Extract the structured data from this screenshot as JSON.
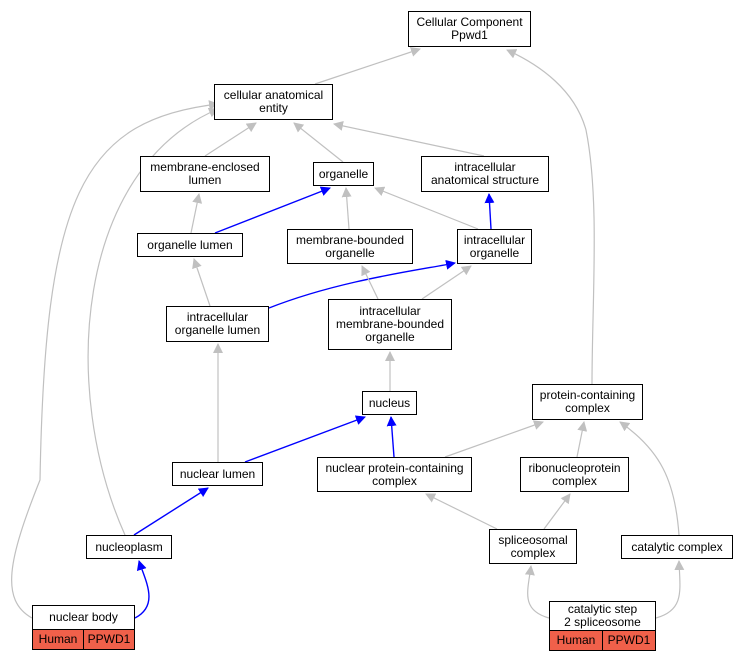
{
  "colors": {
    "edge_is_a": "#c0c0c0",
    "edge_part_of": "#0000ff",
    "annotation_fill": "#f0604a"
  },
  "nodes": [
    {
      "id": "cc",
      "label": "Cellular Component\nPpwd1"
    },
    {
      "id": "cae",
      "label": "cellular anatomical\nentity"
    },
    {
      "id": "mel",
      "label": "membrane-enclosed\nlumen"
    },
    {
      "id": "org",
      "label": "organelle"
    },
    {
      "id": "ias",
      "label": "intracellular\nanatomical structure"
    },
    {
      "id": "ol",
      "label": "organelle lumen"
    },
    {
      "id": "mbo",
      "label": "membrane-bounded\norganelle"
    },
    {
      "id": "io",
      "label": "intracellular\norganelle"
    },
    {
      "id": "iol",
      "label": "intracellular\norganelle lumen"
    },
    {
      "id": "imbo",
      "label": "intracellular\nmembrane-bounded\norganelle"
    },
    {
      "id": "nuc",
      "label": "nucleus"
    },
    {
      "id": "pcc",
      "label": "protein-containing\ncomplex"
    },
    {
      "id": "nl",
      "label": "nuclear lumen"
    },
    {
      "id": "npcc",
      "label": "nuclear protein-containing\ncomplex"
    },
    {
      "id": "rnp",
      "label": "ribonucleoprotein\ncomplex"
    },
    {
      "id": "np",
      "label": "nucleoplasm"
    },
    {
      "id": "sc",
      "label": "spliceosomal\ncomplex"
    },
    {
      "id": "cat",
      "label": "catalytic complex"
    },
    {
      "id": "nb",
      "label": "nuclear body",
      "tags": [
        "Human",
        "PPWD1"
      ]
    },
    {
      "id": "cs2",
      "label": "catalytic step\n2 spliceosome",
      "tags": [
        "Human",
        "PPWD1"
      ]
    }
  ],
  "edges": [
    {
      "from": "cae",
      "to": "cc",
      "type": "is_a"
    },
    {
      "from": "pcc",
      "to": "cc",
      "type": "is_a"
    },
    {
      "from": "mel",
      "to": "cae",
      "type": "is_a"
    },
    {
      "from": "org",
      "to": "cae",
      "type": "is_a"
    },
    {
      "from": "ias",
      "to": "cae",
      "type": "is_a"
    },
    {
      "from": "np",
      "to": "cae",
      "type": "is_a"
    },
    {
      "from": "nb",
      "to": "cae",
      "type": "is_a"
    },
    {
      "from": "ol",
      "to": "mel",
      "type": "is_a"
    },
    {
      "from": "ol",
      "to": "org",
      "type": "part_of"
    },
    {
      "from": "mbo",
      "to": "org",
      "type": "is_a"
    },
    {
      "from": "io",
      "to": "org",
      "type": "is_a"
    },
    {
      "from": "io",
      "to": "ias",
      "type": "part_of"
    },
    {
      "from": "iol",
      "to": "ol",
      "type": "is_a"
    },
    {
      "from": "iol",
      "to": "io",
      "type": "part_of"
    },
    {
      "from": "imbo",
      "to": "mbo",
      "type": "is_a"
    },
    {
      "from": "imbo",
      "to": "io",
      "type": "is_a"
    },
    {
      "from": "nuc",
      "to": "imbo",
      "type": "is_a"
    },
    {
      "from": "nl",
      "to": "iol",
      "type": "is_a"
    },
    {
      "from": "nl",
      "to": "nuc",
      "type": "part_of"
    },
    {
      "from": "npcc",
      "to": "nuc",
      "type": "part_of"
    },
    {
      "from": "npcc",
      "to": "pcc",
      "type": "is_a"
    },
    {
      "from": "rnp",
      "to": "pcc",
      "type": "is_a"
    },
    {
      "from": "cat",
      "to": "pcc",
      "type": "is_a"
    },
    {
      "from": "np",
      "to": "nl",
      "type": "part_of"
    },
    {
      "from": "sc",
      "to": "npcc",
      "type": "is_a"
    },
    {
      "from": "sc",
      "to": "rnp",
      "type": "is_a"
    },
    {
      "from": "nb",
      "to": "np",
      "type": "part_of"
    },
    {
      "from": "cs2",
      "to": "sc",
      "type": "is_a"
    },
    {
      "from": "cs2",
      "to": "cat",
      "type": "is_a"
    }
  ]
}
